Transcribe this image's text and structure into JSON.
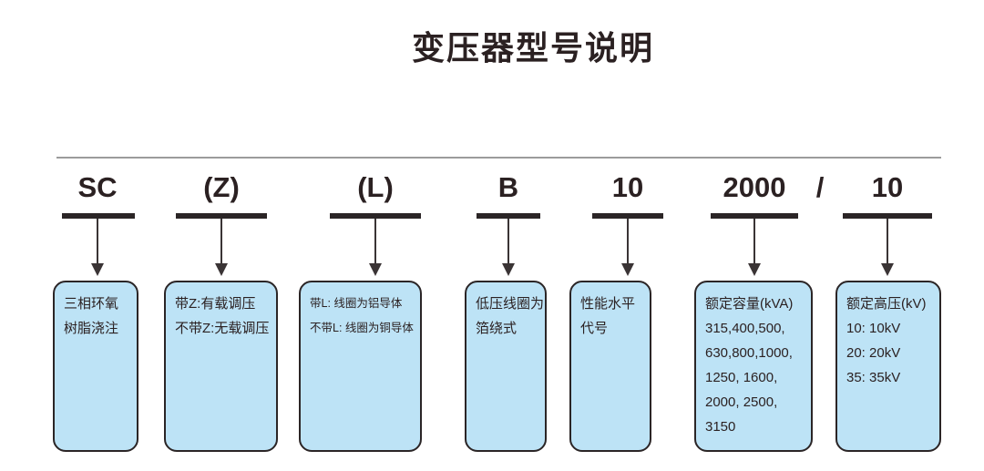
{
  "title": "变压器型号说明",
  "separator": "/",
  "colors": {
    "box_fill": "#BDE3F6",
    "box_border": "#2B2526",
    "ink": "#2B2122",
    "rule_line": "#9B9B9B"
  },
  "columns": [
    {
      "code": "SC",
      "meaning": [
        "三相环氧",
        "树脂浇注"
      ]
    },
    {
      "code": "(Z)",
      "meaning": [
        "带Z:有载调压",
        "不带Z:无载调压"
      ]
    },
    {
      "code": "(L)",
      "meaning": [
        "带L: 线圈为铝导体",
        "不带L: 线圈为铜导体"
      ]
    },
    {
      "code": "B",
      "meaning": [
        "低压线圈为",
        "箔绕式"
      ]
    },
    {
      "code": "10",
      "meaning": [
        "性能水平",
        "代号"
      ]
    },
    {
      "code": "2000",
      "meaning": [
        "额定容量(kVA)",
        "315,400,500,",
        "630,800,1000,",
        "1250, 1600,",
        "2000, 2500,",
        "3150"
      ]
    },
    {
      "code": "10",
      "meaning": [
        "额定高压(kV)",
        "10: 10kV",
        "20: 20kV",
        "35: 35kV"
      ]
    }
  ]
}
